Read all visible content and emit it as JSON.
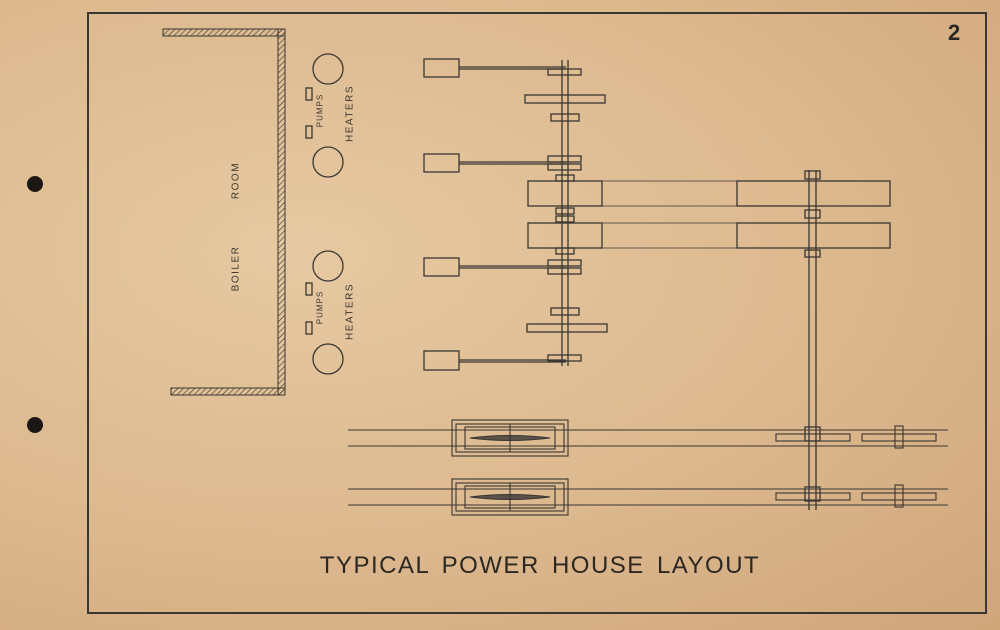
{
  "page_number": "2",
  "title": "TYPICAL POWER HOUSE LAYOUT",
  "labels": {
    "boiler": "BOILER",
    "room": "ROOM",
    "pumps_top": "PUMPS",
    "heaters_top": "HEATERS",
    "pumps_bottom": "PUMPS",
    "heaters_bottom": "HEATERS"
  },
  "colors": {
    "paper": "#dcb88e",
    "ink": "#3a3631"
  }
}
